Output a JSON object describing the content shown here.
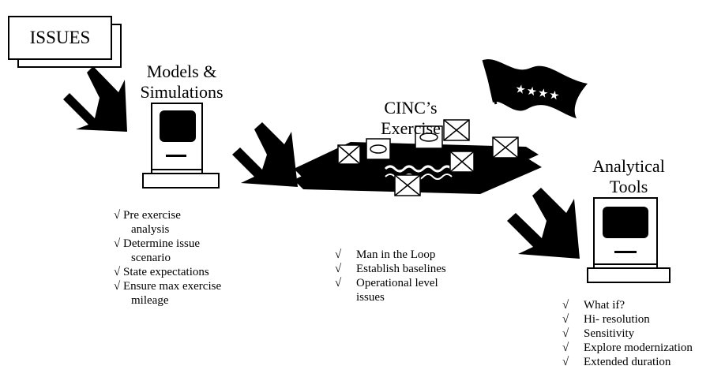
{
  "issues": {
    "label": "ISSUES"
  },
  "models": {
    "title_line1": "Models &",
    "title_line2": "Simulations",
    "checkmark": "√",
    "items": [
      {
        "line1": "Pre exercise",
        "line2": "analysis"
      },
      {
        "line1": "Determine issue",
        "line2": "scenario"
      },
      {
        "line1": "State expectations",
        "line2": ""
      },
      {
        "line1": "Ensure max exercise",
        "line2": "mileage"
      }
    ]
  },
  "exercise": {
    "title_line1": "CINC’s",
    "title_line2": "Exercise",
    "items": [
      {
        "line1": "Man in the Loop",
        "line2": ""
      },
      {
        "line1": "Establish baselines",
        "line2": ""
      },
      {
        "line1": "Operational level",
        "line2": "issues"
      }
    ]
  },
  "analytical": {
    "title_line1": "Analytical",
    "title_line2": "Tools",
    "items": [
      {
        "line1": "What if?"
      },
      {
        "line1": "Hi- resolution"
      },
      {
        "line1": "Sensitivity"
      },
      {
        "line1": "Explore modernization"
      },
      {
        "line1": "Extended duration"
      }
    ]
  },
  "flag": {
    "stars": "★★★★",
    "icon": "four-star-flag-icon"
  },
  "colors": {
    "ink": "#000000",
    "paper": "#ffffff"
  }
}
